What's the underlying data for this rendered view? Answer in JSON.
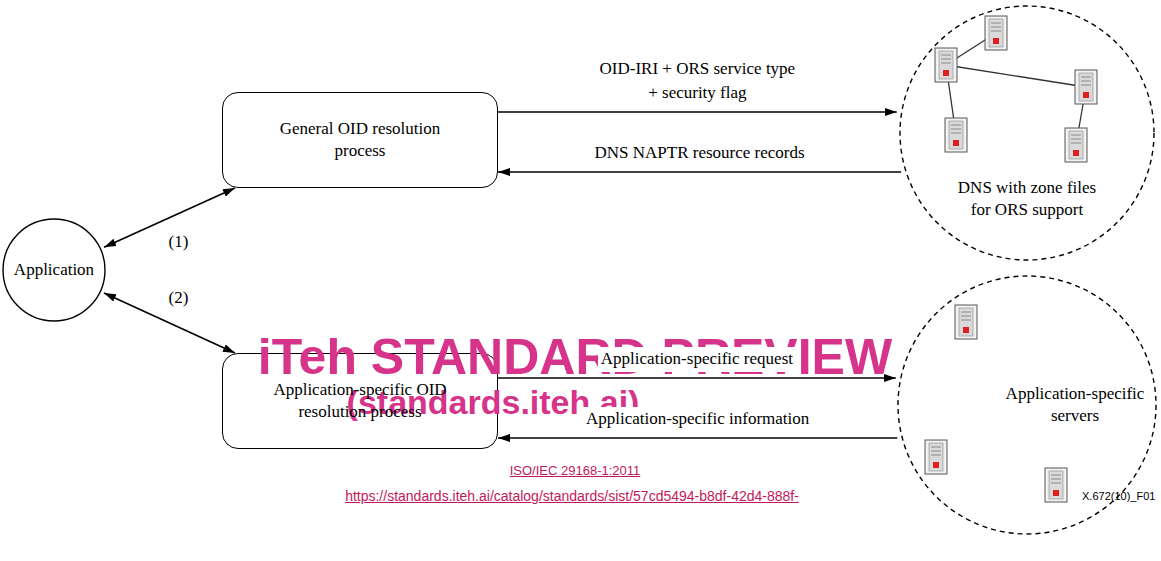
{
  "diagram": {
    "nodes": [
      {
        "text": [
          "Application"
        ]
      },
      {
        "text": [
          "General OID resolution process"
        ]
      },
      {
        "text": [
          "Application-specific OID resolution process"
        ]
      },
      {
        "text": [
          "DNS with zone files for ORS support"
        ]
      },
      {
        "text": [
          "Application-specific servers"
        ]
      }
    ],
    "edges": [
      {
        "from": 0,
        "to": 1,
        "arrow": "both",
        "label": "(1)"
      },
      {
        "from": 0,
        "to": 2,
        "arrow": "both",
        "label": "(2)"
      },
      {
        "from": 1,
        "to": 3,
        "arrow": "to",
        "label": "OID-IRI + ORS service type + security flag"
      },
      {
        "from": 3,
        "to": 1,
        "arrow": "to",
        "label": "DNS NAPTR resource records"
      },
      {
        "from": 2,
        "to": 4,
        "arrow": "to",
        "label": "Application-specific request"
      },
      {
        "from": 4,
        "to": 2,
        "arrow": "to",
        "label": "Application-specific information"
      }
    ],
    "labels": [
      "iTeh STANDARD PREVIEW",
      "(standards.iteh.ai)",
      "ISO/IEC 29168-1:2011",
      "https://standards.iteh.ai/catalog/standards/sist/57cd5494-b8df-42d4-888f-",
      "X.672(10)_F01"
    ]
  }
}
